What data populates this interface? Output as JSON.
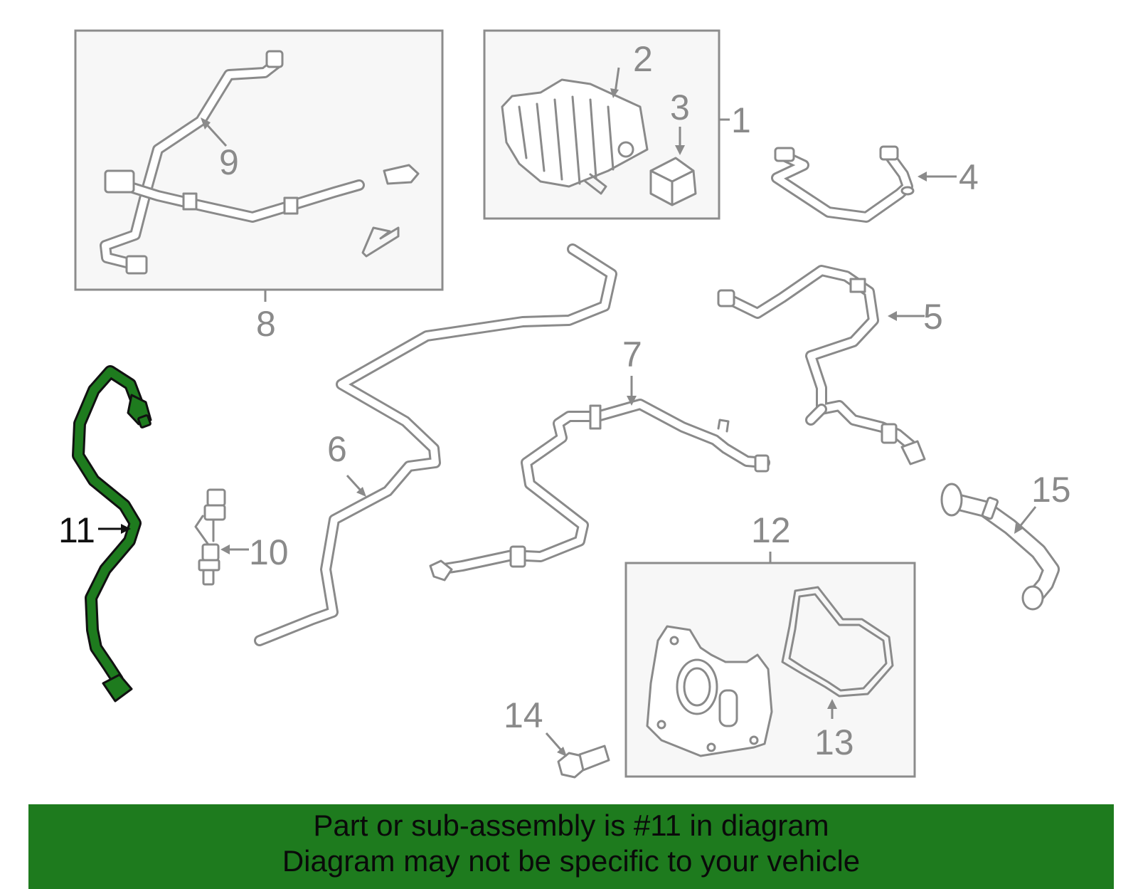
{
  "callouts": {
    "n1": "1",
    "n2": "2",
    "n3": "3",
    "n4": "4",
    "n5": "5",
    "n6": "6",
    "n7": "7",
    "n8": "8",
    "n9": "9",
    "n10": "10",
    "n11": "11",
    "n12": "12",
    "n13": "13",
    "n14": "14",
    "n15": "15"
  },
  "highlighted_part": "11",
  "colors": {
    "highlight": "#1e7b1e",
    "line": "#8a8a8a",
    "panel": "#f7f7f7"
  },
  "banner": {
    "line1": "Part or sub-assembly is #11 in diagram",
    "line2": "Diagram may not be specific to your vehicle"
  }
}
